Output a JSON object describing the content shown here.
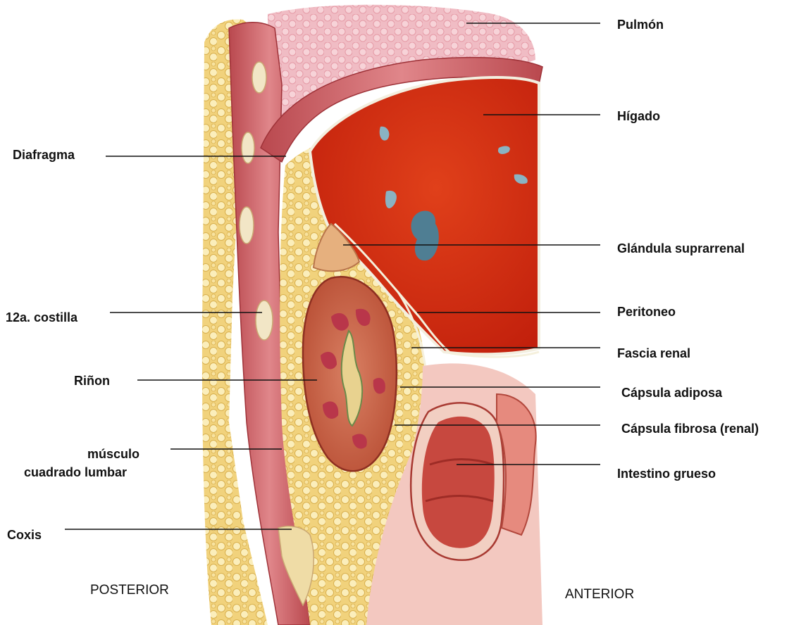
{
  "labels_right": {
    "pulmon": "Pulmón",
    "higado": "Hígado",
    "glandula": "Glándula suprarrenal",
    "peritoneo": "Peritoneo",
    "fascia": "Fascia renal",
    "capsula_adiposa": "Cápsula adiposa",
    "capsula_fibrosa": "Cápsula fibrosa (renal)",
    "intestino": "Intestino grueso"
  },
  "labels_left": {
    "diafragma": "Diafragma",
    "costilla": "12a. costilla",
    "rinon": "Riñon",
    "musculo_line1": "músculo",
    "musculo_line2": "cuadrado lumbar",
    "coxis": "Coxis"
  },
  "orientation": {
    "posterior": "POSTERIOR",
    "anterior": "ANTERIOR"
  },
  "colors": {
    "liver": "#d42d10",
    "fat": "#f3d98c",
    "muscle": "#c8565a",
    "lung": "#f2b8bf",
    "kidney": "#c9603e",
    "intestine": "#c7483f",
    "vessel": "#6f9cae"
  }
}
